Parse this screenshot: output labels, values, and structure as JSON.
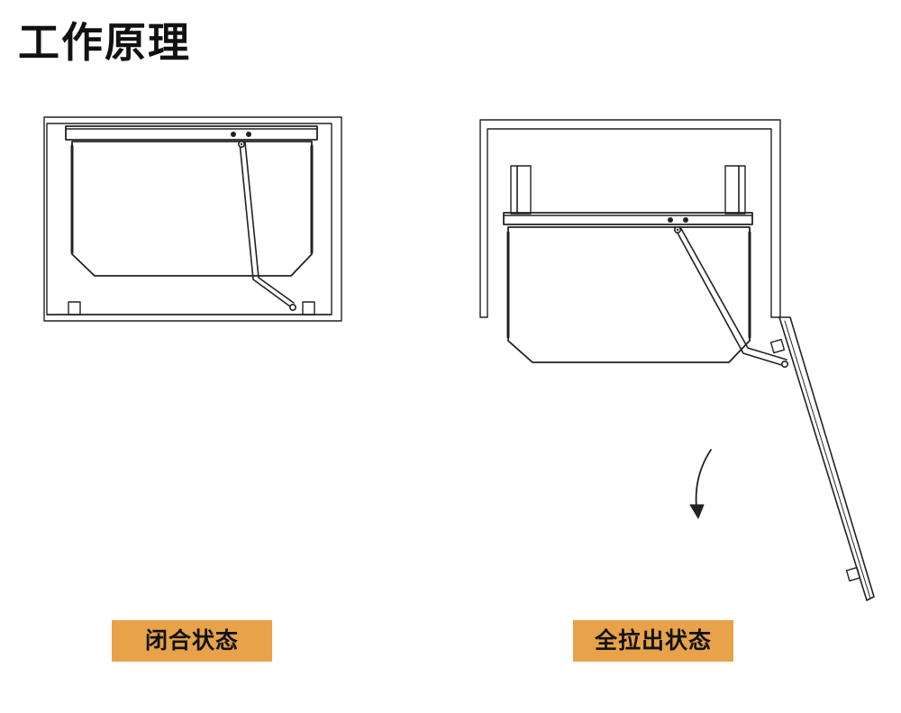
{
  "title": "工作原理",
  "states": {
    "closed_label": "闭合状态",
    "open_label": "全拉出状态"
  },
  "colors": {
    "label_bg": "#E7A24A",
    "line": "#222222",
    "text": "#111111"
  }
}
